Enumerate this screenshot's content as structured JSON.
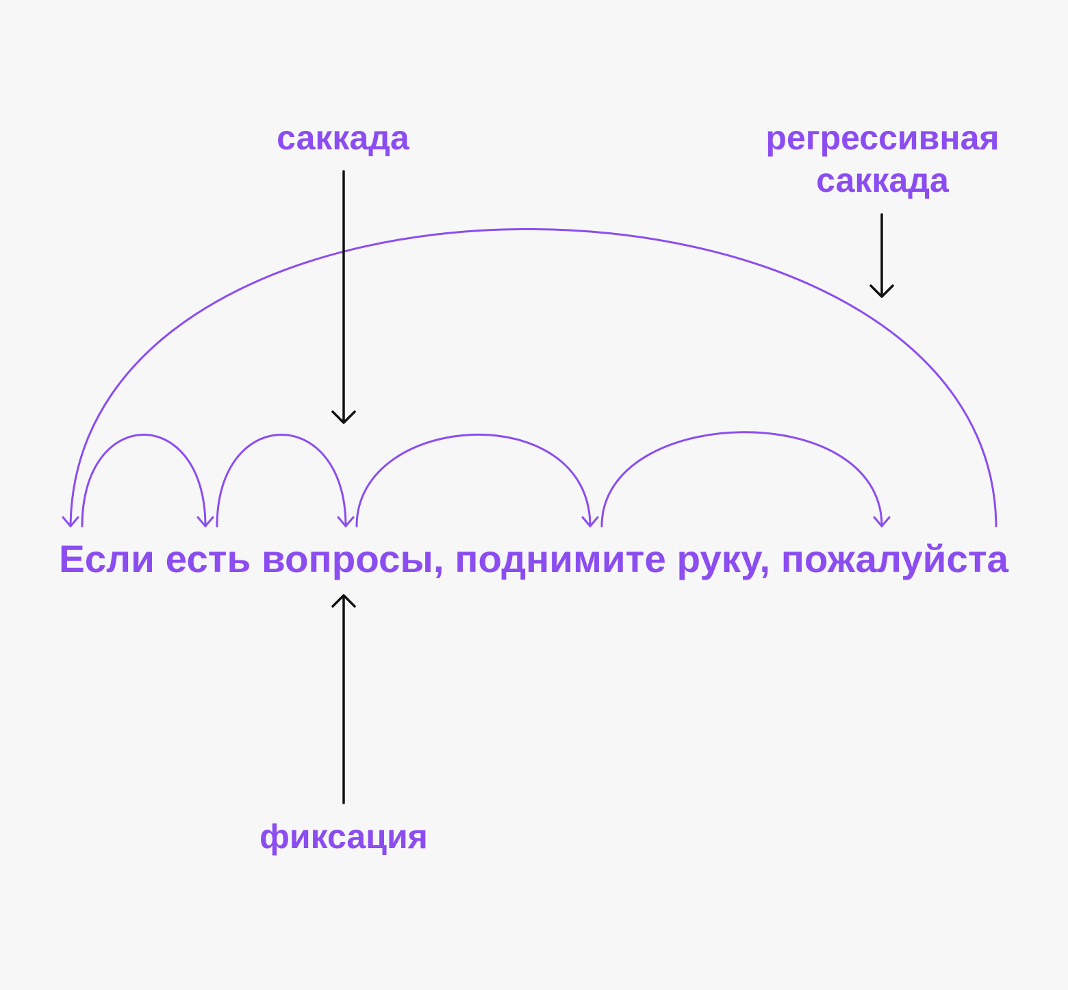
{
  "labels": {
    "saccade": "саккада",
    "regressive_line1": "регрессивная",
    "regressive_line2": "саккада",
    "fixation": "фиксация"
  },
  "sentence": "Если есть вопросы, поднимите руку, пожалуйста",
  "colors": {
    "accent": "#8b4df0",
    "pointer": "#111111",
    "background": "#f7f7f8"
  }
}
